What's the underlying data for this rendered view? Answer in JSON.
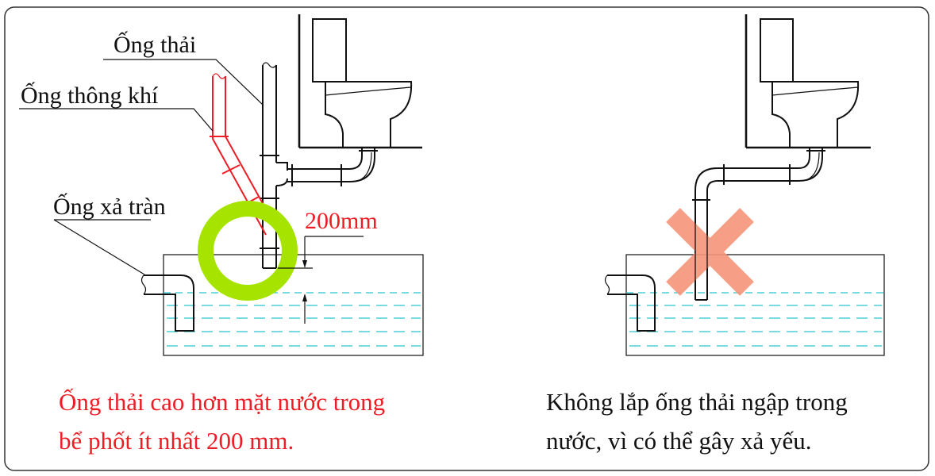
{
  "labels": {
    "drain_pipe": "Ống thải",
    "vent_pipe": "Ống thông khí",
    "overflow_pipe": "Ống xả tràn",
    "distance": "200mm"
  },
  "captions": {
    "left": [
      "Ống thải cao hơn mặt nước trong",
      "bể phốt ít nhất 200 mm."
    ],
    "right": [
      "Không lắp ống thải ngập trong",
      "nước, vì có thể gây xả yếu."
    ]
  },
  "colors": {
    "correct_caption": "#ee1c24",
    "vent_pipe": "#ee1c24",
    "highlight_ring": "#a6e400",
    "wrong_mark": "#f6957a",
    "water_line": "#27c5d0"
  }
}
